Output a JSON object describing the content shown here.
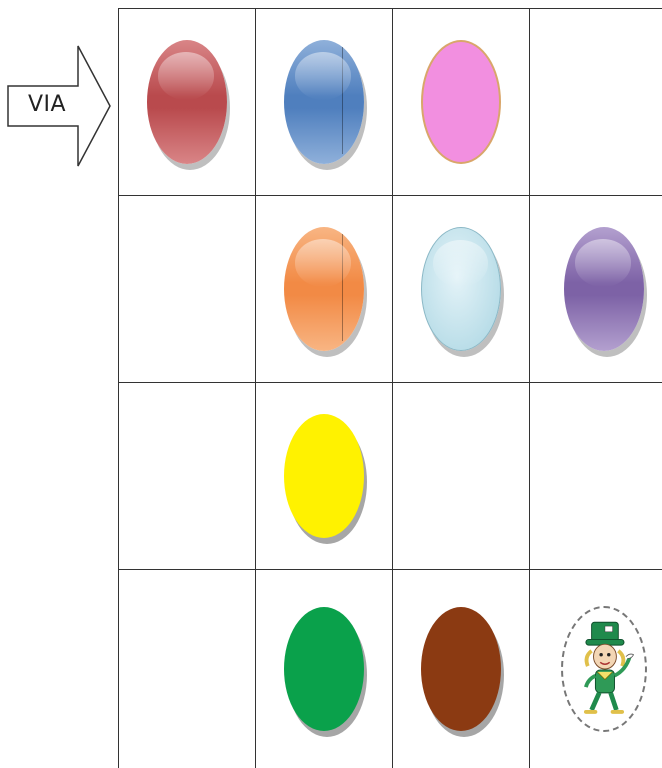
{
  "start_arrow": {
    "label": "VIA"
  },
  "board": {
    "rows": [
      [
        {
          "token": "disc",
          "color_name": "red",
          "color": "#b94a4d",
          "light": "#d98587"
        },
        {
          "token": "disc",
          "color_name": "blue",
          "color": "#4f7fbe",
          "light": "#8fb0da"
        },
        {
          "token": "disc",
          "color_name": "pink",
          "color": "#f28fe0",
          "light": "#f7b8ec"
        },
        {
          "token": "empty"
        }
      ],
      [
        {
          "token": "empty"
        },
        {
          "token": "disc",
          "color_name": "orange",
          "color": "#f28a45",
          "light": "#f8b583"
        },
        {
          "token": "disc",
          "color_name": "light-blue",
          "color": "#a9d5e2",
          "light": "#e4f3f8"
        },
        {
          "token": "disc",
          "color_name": "purple",
          "color": "#7d62a6",
          "light": "#b3a0cf"
        }
      ],
      [
        {
          "token": "empty"
        },
        {
          "token": "disc",
          "color_name": "yellow",
          "color": "#fff200",
          "light": "#fff200"
        },
        {
          "token": "empty"
        },
        {
          "token": "empty"
        }
      ],
      [
        {
          "token": "empty"
        },
        {
          "token": "disc",
          "color_name": "green",
          "color": "#0aa14b",
          "light": "#0aa14b"
        },
        {
          "token": "disc",
          "color_name": "brown",
          "color": "#8b3a12",
          "light": "#8b3a12"
        },
        {
          "token": "mad-hatter",
          "icon": "mad-hatter-icon"
        }
      ]
    ]
  }
}
